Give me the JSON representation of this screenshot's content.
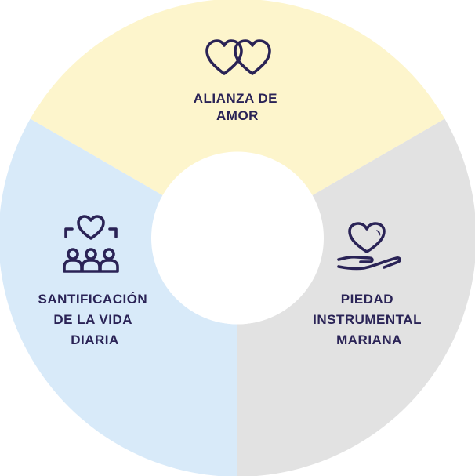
{
  "segments": [
    {
      "id": "alianza",
      "label_lines": [
        "ALIANZA DE",
        "AMOR"
      ],
      "color": "#fdf5cc",
      "icon": "linked-hearts-icon"
    },
    {
      "id": "piedad",
      "label_lines": [
        "PIEDAD",
        "INSTRUMENTAL",
        "MARIANA"
      ],
      "color": "#e2e2e2",
      "icon": "heart-in-hand-icon"
    },
    {
      "id": "santificacion",
      "label_lines": [
        "SANTIFICACIÓN",
        "DE LA VIDA",
        "DIARIA"
      ],
      "color": "#d8eaf9",
      "icon": "community-heart-icon"
    }
  ],
  "colors": {
    "ink": "#2a2356",
    "center": "#ffffff"
  }
}
